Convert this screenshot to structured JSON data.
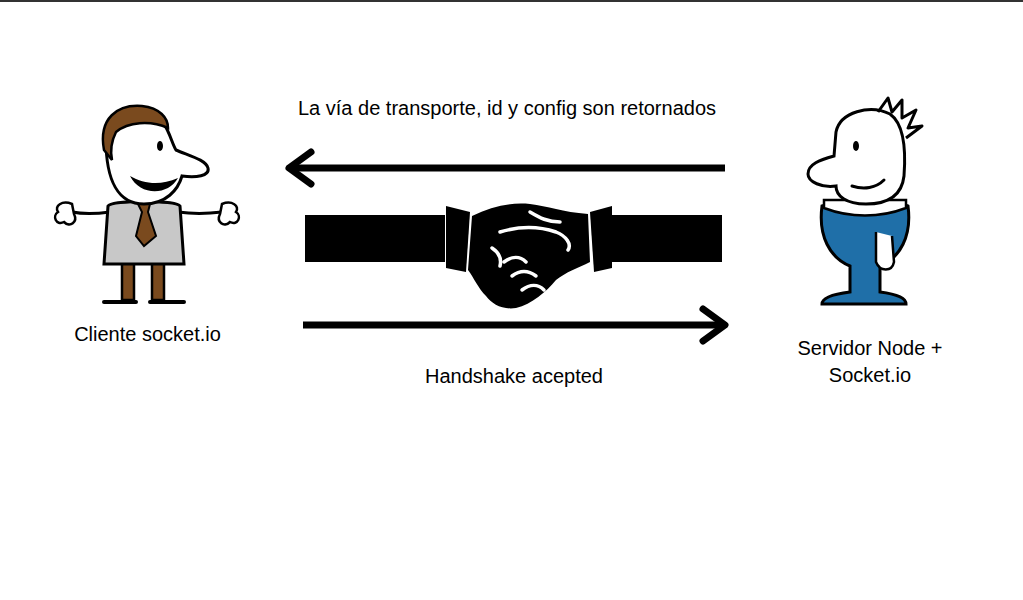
{
  "diagram": {
    "nodes": [
      {
        "text": [
          "Cliente socket.io"
        ]
      },
      {
        "text": [
          "Servidor Node + Socket.io"
        ]
      }
    ],
    "edges": [
      {
        "from": 1,
        "to": 0,
        "arrow": "to",
        "label": "La vía de transporte, id y config son retornados"
      },
      {
        "from": 0,
        "to": 1,
        "arrow": "to",
        "label": "Handshake acepted"
      }
    ]
  }
}
